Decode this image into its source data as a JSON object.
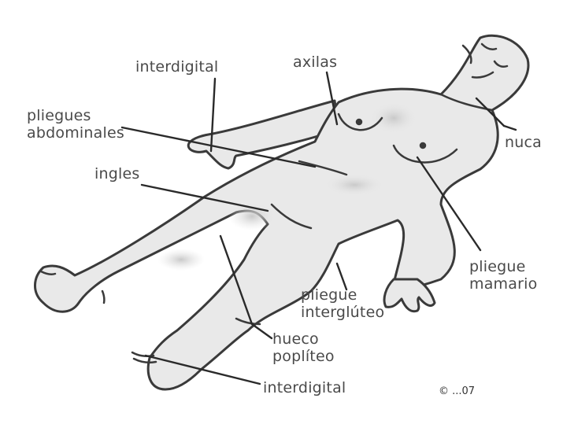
{
  "labels": {
    "interdigital_hand": "interdigital",
    "axilas": "axilas",
    "pliegues_abdominales": [
      "pliegues",
      "abdominales"
    ],
    "nuca": "nuca",
    "ingles": "ingles",
    "pliegue_mamario": [
      "pliegue",
      "mamario"
    ],
    "pliegue_intergluteo": [
      "pliegue",
      "interglúteo"
    ],
    "hueco_popliteo": [
      "hueco",
      "poplíteo"
    ],
    "interdigital_foot": "interdigital"
  },
  "credit": "© ...07",
  "colors": {
    "line": "#3a3a3a",
    "skin": "#e9e9e9",
    "shade": "#cfcfcf",
    "text": "#4a4a4a"
  }
}
